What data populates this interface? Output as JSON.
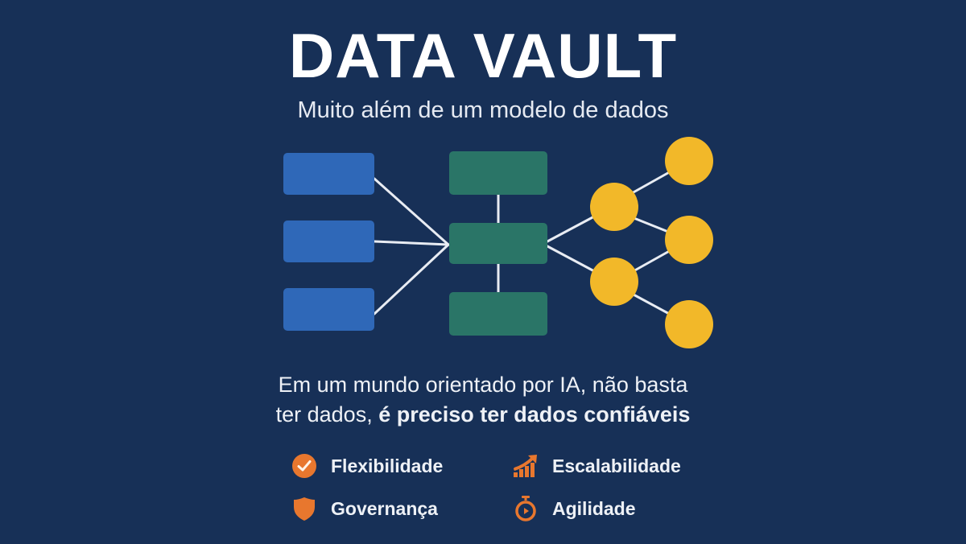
{
  "header": {
    "title": "DATA VAULT",
    "subtitle": "Muito além de um modelo de dados"
  },
  "diagram": {
    "colors": {
      "background": "#173057",
      "source_boxes": "#2f68b8",
      "hub_boxes": "#2a7567",
      "nodes": "#f2b829",
      "lines": "#e8ecf3"
    },
    "source_boxes": 3,
    "hub_boxes": 3,
    "nodes": 5
  },
  "tagline": {
    "line1": "Em um mundo orientado por IA, não basta",
    "line2_prefix": "ter dados, ",
    "line2_bold": "é preciso ter dados confiáveis"
  },
  "features": [
    {
      "label": "Flexibilidade",
      "icon": "check-circle-icon"
    },
    {
      "label": "Escalabilidade",
      "icon": "growth-chart-icon"
    },
    {
      "label": "Governança",
      "icon": "shield-icon"
    },
    {
      "label": "Agilidade",
      "icon": "stopwatch-icon"
    }
  ],
  "accent_color": "#e8772e"
}
